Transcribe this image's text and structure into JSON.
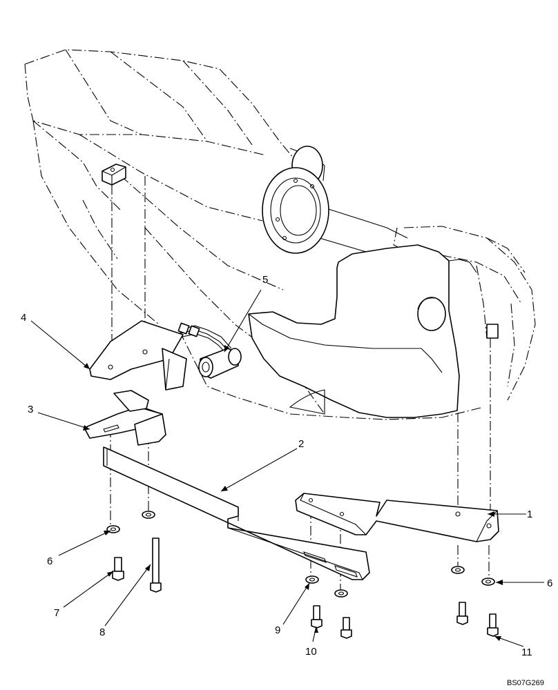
{
  "callouts": [
    {
      "id": "c1",
      "label": "1"
    },
    {
      "id": "c2",
      "label": "2"
    },
    {
      "id": "c3",
      "label": "3"
    },
    {
      "id": "c4",
      "label": "4"
    },
    {
      "id": "c5",
      "label": "5"
    },
    {
      "id": "c6a",
      "label": "6"
    },
    {
      "id": "c6b",
      "label": "6"
    },
    {
      "id": "c7",
      "label": "7"
    },
    {
      "id": "c8",
      "label": "8"
    },
    {
      "id": "c9",
      "label": "9"
    },
    {
      "id": "c10",
      "label": "10"
    },
    {
      "id": "c11",
      "label": "11"
    }
  ],
  "drawing_code": "BS07G269"
}
